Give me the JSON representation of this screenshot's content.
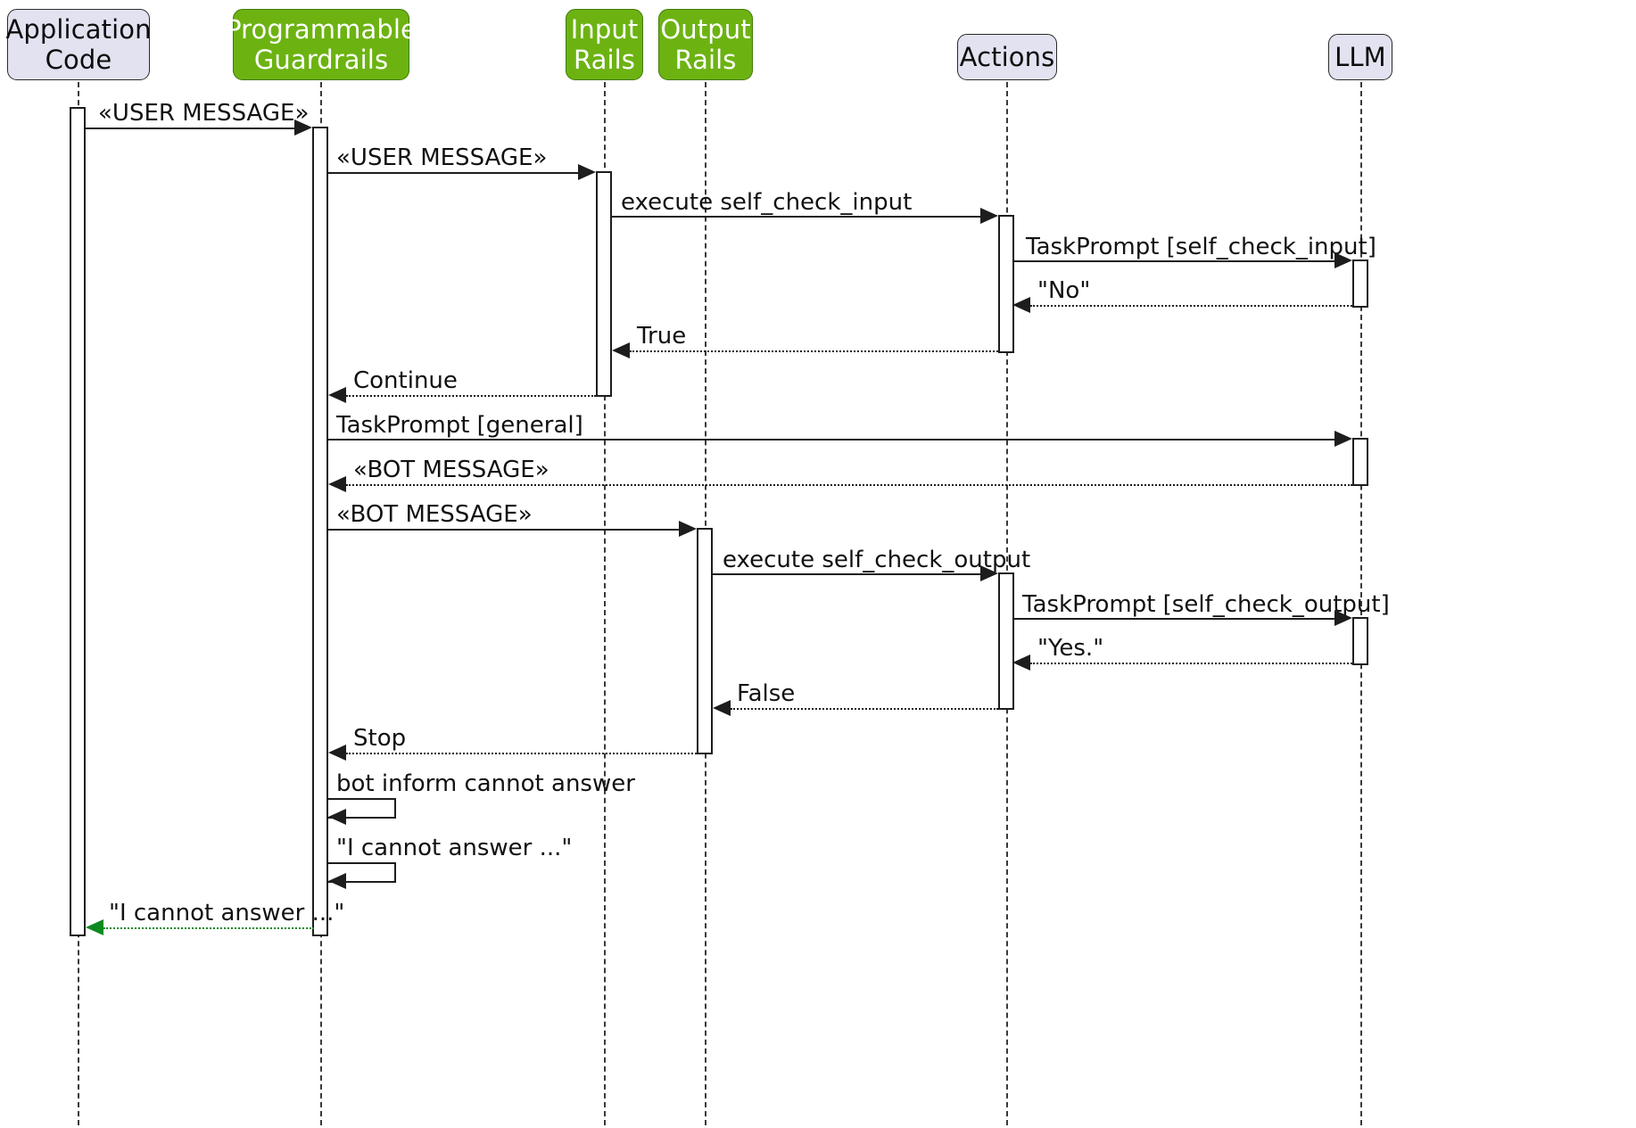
{
  "diagram": {
    "type": "sequence-diagram",
    "title": "NeMo Guardrails self-check input/output flow",
    "colors": {
      "green_fill": "#6cb312",
      "green_stroke": "#3f7a05",
      "lavender_fill": "#e2e2f0",
      "line": "#1d1d1d",
      "return_arrow_green": "#0a8a20"
    }
  },
  "participants": [
    {
      "id": "app",
      "label": "Application\nCode",
      "line1": "Application",
      "line2": "Code",
      "style": "lavender"
    },
    {
      "id": "guardrails",
      "label": "Programmable\nGuardrails",
      "line1": "Programmable",
      "line2": "Guardrails",
      "style": "green"
    },
    {
      "id": "input",
      "label": "Input\nRails",
      "line1": "Input",
      "line2": "Rails",
      "style": "green"
    },
    {
      "id": "output",
      "label": "Output\nRails",
      "line1": "Output",
      "line2": "Rails",
      "style": "green"
    },
    {
      "id": "actions",
      "label": "Actions",
      "line1": "Actions",
      "line2": "",
      "style": "lavender"
    },
    {
      "id": "llm",
      "label": "LLM",
      "line1": "LLM",
      "line2": "",
      "style": "lavender"
    }
  ],
  "messages": [
    {
      "n": 1,
      "from": "app",
      "to": "guardrails",
      "label": "«USER MESSAGE»",
      "kind": "call"
    },
    {
      "n": 2,
      "from": "guardrails",
      "to": "input",
      "label": "«USER MESSAGE»",
      "kind": "call"
    },
    {
      "n": 3,
      "from": "input",
      "to": "actions",
      "label": "execute self_check_input",
      "kind": "call"
    },
    {
      "n": 4,
      "from": "actions",
      "to": "llm",
      "label": "TaskPrompt [self_check_input]",
      "kind": "call"
    },
    {
      "n": 5,
      "from": "llm",
      "to": "actions",
      "label": "\"No\"",
      "kind": "return"
    },
    {
      "n": 6,
      "from": "actions",
      "to": "input",
      "label": "True",
      "kind": "return"
    },
    {
      "n": 7,
      "from": "input",
      "to": "guardrails",
      "label": "Continue",
      "kind": "return"
    },
    {
      "n": 8,
      "from": "guardrails",
      "to": "llm",
      "label": "TaskPrompt [general]",
      "kind": "call"
    },
    {
      "n": 9,
      "from": "llm",
      "to": "guardrails",
      "label": "«BOT MESSAGE»",
      "kind": "return"
    },
    {
      "n": 10,
      "from": "guardrails",
      "to": "output",
      "label": "«BOT MESSAGE»",
      "kind": "call"
    },
    {
      "n": 11,
      "from": "output",
      "to": "actions",
      "label": "execute self_check_output",
      "kind": "call"
    },
    {
      "n": 12,
      "from": "actions",
      "to": "llm",
      "label": "TaskPrompt [self_check_output]",
      "kind": "call"
    },
    {
      "n": 13,
      "from": "llm",
      "to": "actions",
      "label": "\"Yes.\"",
      "kind": "return"
    },
    {
      "n": 14,
      "from": "actions",
      "to": "output",
      "label": "False",
      "kind": "return"
    },
    {
      "n": 15,
      "from": "output",
      "to": "guardrails",
      "label": "Stop",
      "kind": "return"
    },
    {
      "n": 16,
      "from": "guardrails",
      "to": "guardrails",
      "label": "bot inform cannot answer",
      "kind": "self"
    },
    {
      "n": 17,
      "from": "guardrails",
      "to": "guardrails",
      "label": "\"I cannot answer ...\"",
      "kind": "self"
    },
    {
      "n": 18,
      "from": "guardrails",
      "to": "app",
      "label": "\"I cannot answer ...\"",
      "kind": "return-green"
    }
  ]
}
